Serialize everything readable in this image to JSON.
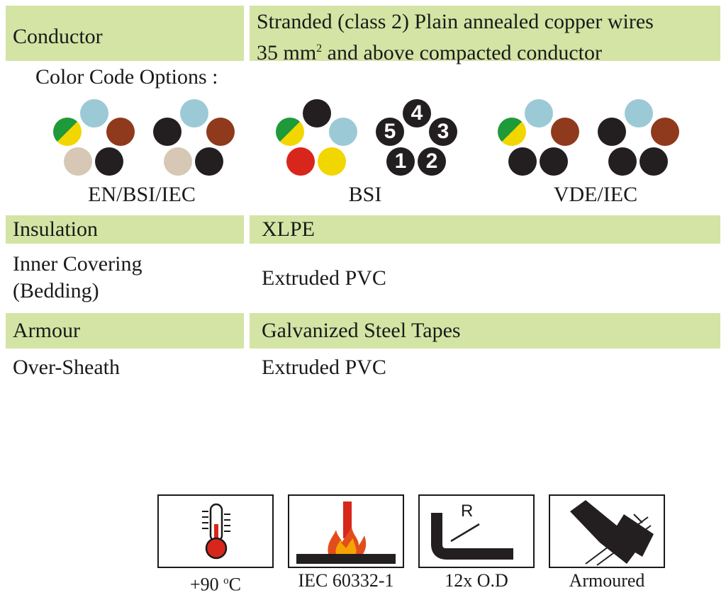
{
  "rows": {
    "conductor": {
      "label": "Conductor",
      "value_line1": "Stranded (class 2) Plain annealed copper wires",
      "value_line2_pre": "35 mm",
      "value_line2_sup": "2",
      "value_line2_post": " and above compacted conductor"
    },
    "insulation": {
      "label": "Insulation",
      "value": "XLPE"
    },
    "inner_covering": {
      "label_line1": "Inner Covering",
      "label_line2": "(Bedding)",
      "value": "Extruded PVC"
    },
    "armour": {
      "label": "Armour",
      "value": "Galvanized Steel Tapes"
    },
    "over_sheath": {
      "label": "Over-Sheath",
      "value": "Extruded PVC"
    }
  },
  "color_codes": {
    "title": "Color Code Options :",
    "groups": [
      {
        "label": "EN/BSI/IEC"
      },
      {
        "label": "BSI",
        "numbers": [
          "4",
          "5",
          "3",
          "1",
          "2"
        ]
      },
      {
        "label": "VDE/IEC"
      }
    ],
    "colors": {
      "blue": "#9cc9d6",
      "brown": "#8f3a1c",
      "black": "#231f20",
      "grey": "#d6c8b4",
      "red": "#d9261c",
      "yellow": "#f2d600",
      "green": "#1f9a3a",
      "accent_bg": "#d3e4a4"
    }
  },
  "icons": [
    {
      "icon": "thermometer-icon",
      "caption_pre": "+90 ",
      "caption_sup": "o",
      "caption_post": "C"
    },
    {
      "icon": "flame-icon",
      "caption": "IEC 60332-1"
    },
    {
      "icon": "bend-radius-icon",
      "caption": "12x O.D",
      "symbol": "R"
    },
    {
      "icon": "armoured-cable-icon",
      "caption": "Armoured"
    }
  ]
}
